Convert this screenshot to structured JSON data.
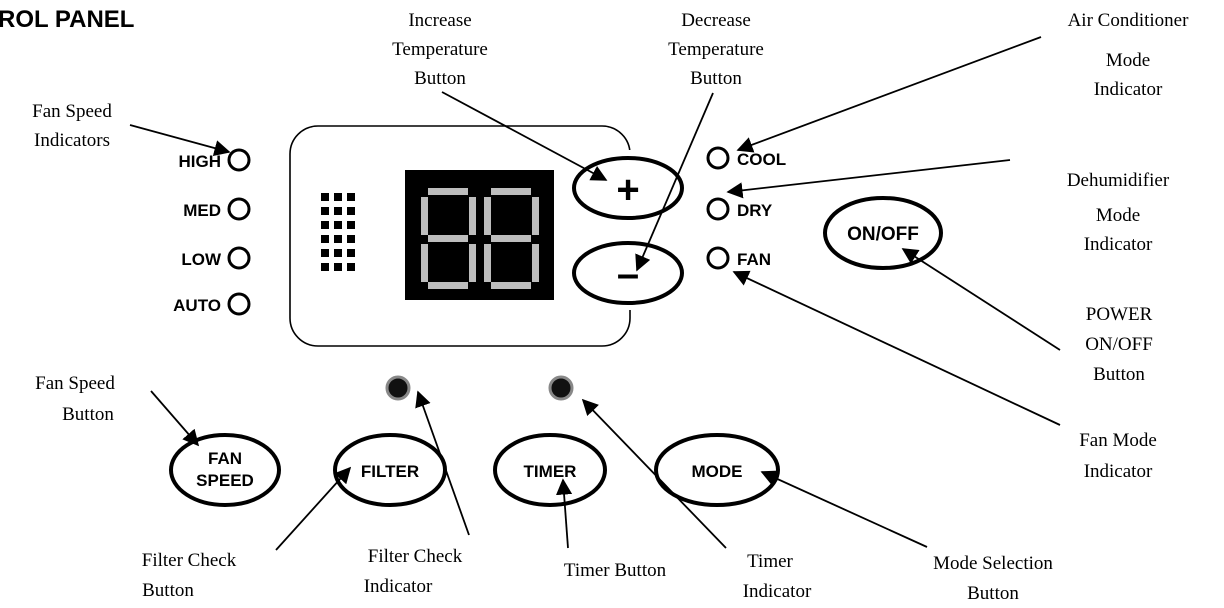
{
  "title": "ROL PANEL",
  "fan_speed_labels": {
    "high": "HIGH",
    "med": "MED",
    "low": "LOW",
    "auto": "AUTO"
  },
  "mode_labels": {
    "cool": "COOL",
    "dry": "DRY",
    "fan": "FAN"
  },
  "display": {
    "digits": "88"
  },
  "buttons": {
    "plus": "+",
    "minus": "–",
    "on_off": "ON/OFF",
    "fan_speed_line1": "FAN",
    "fan_speed_line2": "SPEED",
    "filter": "FILTER",
    "timer": "TIMER",
    "mode": "MODE"
  },
  "callouts": {
    "increase": [
      "Increase",
      "Temperature",
      "Button"
    ],
    "decrease": [
      "Decrease",
      "Temperature",
      "Button"
    ],
    "air_conditioner": [
      "Air Conditioner",
      "Mode",
      "Indicator"
    ],
    "fan_speed_indicators": [
      "Fan Speed",
      "Indicators"
    ],
    "dehumidifier": [
      "Dehumidifier",
      "Mode",
      "Indicator"
    ],
    "power": [
      "POWER",
      "ON/OFF",
      "Button"
    ],
    "fan_speed_button": [
      "Fan Speed",
      "Button"
    ],
    "fan_mode": [
      "Fan Mode",
      "Indicator"
    ],
    "filter_check_button": [
      "Filter Check",
      "Button"
    ],
    "filter_check_indicator": [
      "Filter Check",
      "Indicator"
    ],
    "timer_button": [
      "Timer Button"
    ],
    "timer_indicator": [
      "Timer",
      "Indicator"
    ],
    "mode_selection": [
      "Mode Selection",
      "Button"
    ]
  }
}
